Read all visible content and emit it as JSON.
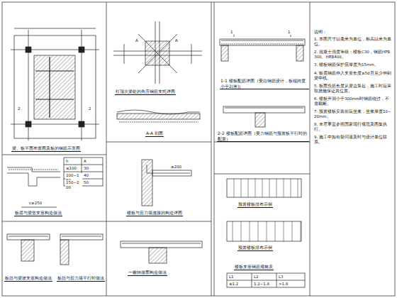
{
  "diagram": {
    "labels": [
      "梁、板平面布置图及板的钢筋示意图",
      "板搭与梁垫支座构造做法",
      "c≥250",
      "板扭与梁坡支座构造做法",
      "板扭与剪力墙平行时做法",
      "柱顶次梁处的角压钢筋支托详图",
      "A-A 剖面",
      "楼板与剪力墙连接的构造详图",
      "一般转接面构造做法",
      "1-1 楼板配筋详图（受拉钢筋设计，板端跨度小于2(米)）",
      "2-2 楼板配筋详图（受力钢筋与预置板平行时的配置）",
      "预置楼板排布示例",
      "预置楼板排布示例",
      "楼板支座钢筋规格表",
      "h",
      "A",
      "≤100",
      "30",
      "100~150",
      "40",
      "150~200",
      "50",
      "L1",
      "L2",
      "L3",
      "≤1.2",
      "1.2~1.8",
      ">1.8",
      "说明：",
      "1. 本图尺寸以毫米为单位，标高以米为单位。",
      "2. 混凝土强度等级：楼板C30，钢筋HPB300、HRB400。",
      "3. 楼板钢筋保护层厚度为15mm。",
      "4. 板底钢筋伸入支座长度≥5d且至少伸到梁中线。",
      "5. 板面负筋长度从梁边算起，施工时应采取措施保证其位置。",
      "6. 楼板开洞小于300mm时钢筋绕过，不需截断。",
      "7. 预置楼板安装前应坐浆，坐浆厚度10~20mm。",
      "8. 未尽事宜参照国家现行规范及图集执行。",
      "9. 施工中如有疑问请及时与设计单位联系。",
      "A",
      "A",
      "1",
      "1",
      "2",
      "2",
      "≥200"
    ]
  }
}
